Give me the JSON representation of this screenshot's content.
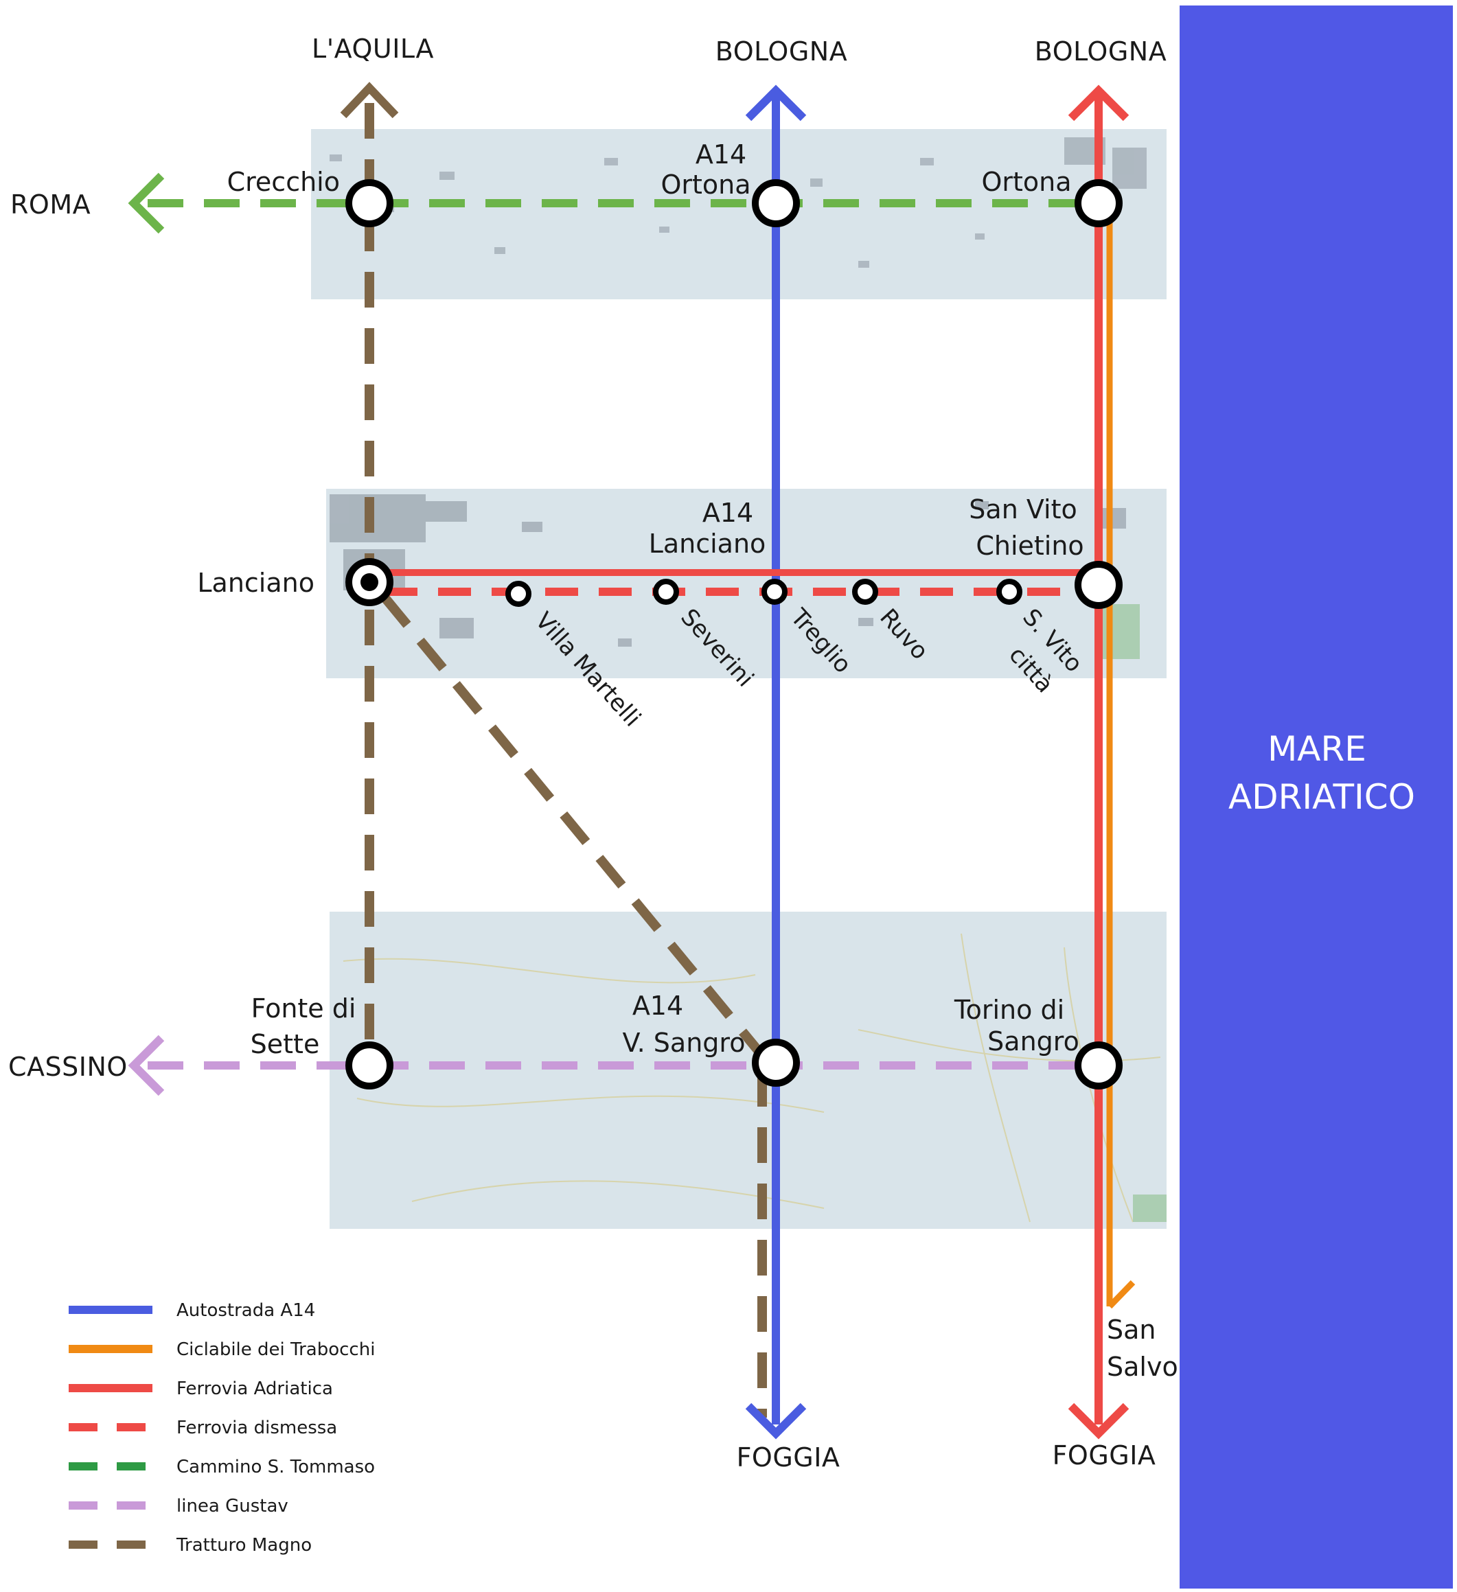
{
  "colors": {
    "autostrada": "#4a5ce0",
    "ciclabile": "#f08a14",
    "ferrovia": "#ee4a46",
    "cammino": "#6cb44a",
    "gustav": "#c99ad8",
    "tratturo": "#7e6647",
    "sea": "#5058e6",
    "map_band": "#d9e4ea"
  },
  "destinations": {
    "aquila": "L'AQUILA",
    "bologna_a14": "BOLOGNA",
    "bologna_rail": "BOLOGNA",
    "roma": "ROMA",
    "cassino": "CASSINO",
    "foggia_a14": "FOGGIA",
    "foggia_rail": "FOGGIA"
  },
  "places": {
    "crecchio": "Crecchio",
    "a14_ortona_1": "A14",
    "a14_ortona_2": "Ortona",
    "ortona": "Ortona",
    "lanciano": "Lanciano",
    "a14_lanciano_1": "A14",
    "a14_lanciano_2": "Lanciano",
    "san_vito_1": "San Vito",
    "san_vito_2": "Chietino",
    "fonte_1": "Fonte di",
    "fonte_2": "Sette",
    "a14_sangro_1": "A14",
    "a14_sangro_2": "V. Sangro",
    "torino_1": "Torino di",
    "torino_2": "Sangro",
    "san_salvo_1": "San",
    "san_salvo_2": "Salvo"
  },
  "stations": {
    "villa_martelli": "Villa Martelli",
    "severini": "Severini",
    "treglio": "Treglio",
    "ruvo": "Ruvo",
    "s_vito_1": "S. Vito",
    "s_vito_2": "città"
  },
  "sea": {
    "line1": "MARE",
    "line2": "ADRIATICO"
  },
  "legend": [
    {
      "label": "Autostrada A14",
      "color": "#4a5ce0",
      "style": "solid"
    },
    {
      "label": "Ciclabile dei Trabocchi",
      "color": "#f08a14",
      "style": "solid"
    },
    {
      "label": "Ferrovia Adriatica",
      "color": "#ee4a46",
      "style": "solid"
    },
    {
      "label": "Ferrovia dismessa",
      "color": "#ee4a46",
      "style": "dashed"
    },
    {
      "label": "Cammino S. Tommaso",
      "color": "#2e9a44",
      "style": "dashed"
    },
    {
      "label": "linea Gustav",
      "color": "#c99ad8",
      "style": "dashed"
    },
    {
      "label": "Tratturo Magno",
      "color": "#7e6647",
      "style": "dashed"
    }
  ]
}
